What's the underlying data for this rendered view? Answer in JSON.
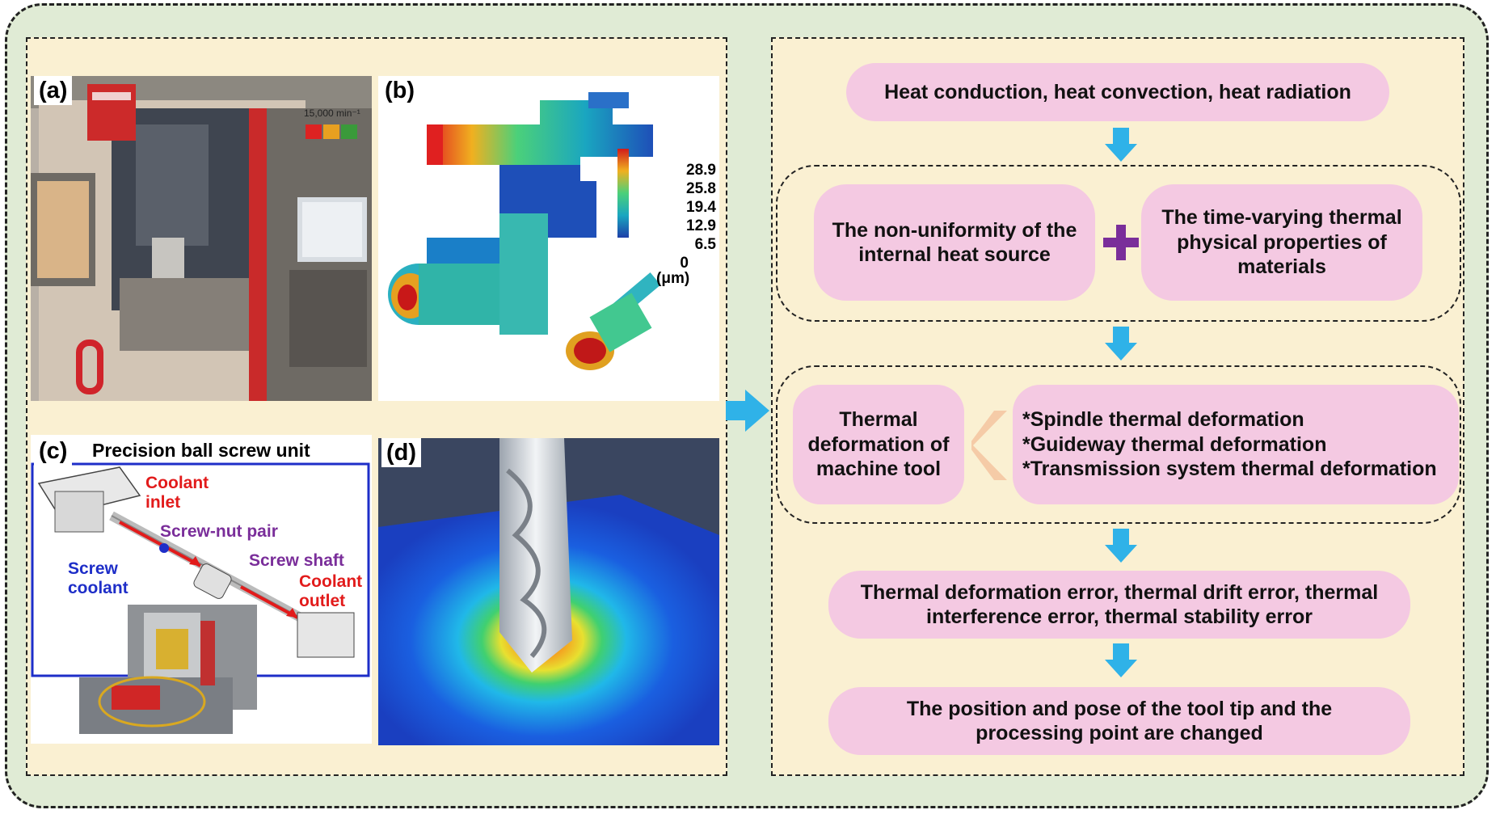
{
  "panels": {
    "a": {
      "label": "(a)",
      "rpm_text": "15,000 min⁻¹"
    },
    "b": {
      "label": "(b)",
      "colorbar_values": [
        "28.9",
        "25.8",
        "19.4",
        "12.9",
        "6.5",
        "0"
      ],
      "colorbar_unit": "(μm)"
    },
    "c": {
      "label": "(c)",
      "title": "Precision ball screw unit",
      "coolant_inlet": "Coolant\ninlet",
      "screw_nut_pair": "Screw-nut pair",
      "screw_coolant": "Screw\ncoolant",
      "screw_shaft": "Screw shaft",
      "coolant_outlet": "Coolant\noutlet"
    },
    "d": {
      "label": "(d)"
    }
  },
  "flow": {
    "step1": "Heat conduction, heat convection, heat radiation",
    "step2_left": "The non-uniformity of the internal heat source",
    "step2_right": "The time-varying thermal physical properties of materials",
    "step3_left": "Thermal deformation of machine tool",
    "step3_right": "*Spindle thermal deformation\n*Guideway thermal deformation\n*Transmission system thermal deformation",
    "step4": "Thermal deformation error, thermal drift error, thermal interference error, thermal stability error",
    "step5": "The position and pose of the tool tip and the processing point are changed"
  },
  "colors": {
    "pill": "#f4c9e2",
    "arrow": "#2fb2e8",
    "plus": "#7a2e9a",
    "chevron": "#f5cba7",
    "outer": "#e0ebd5",
    "panel": "#faf0d2"
  }
}
